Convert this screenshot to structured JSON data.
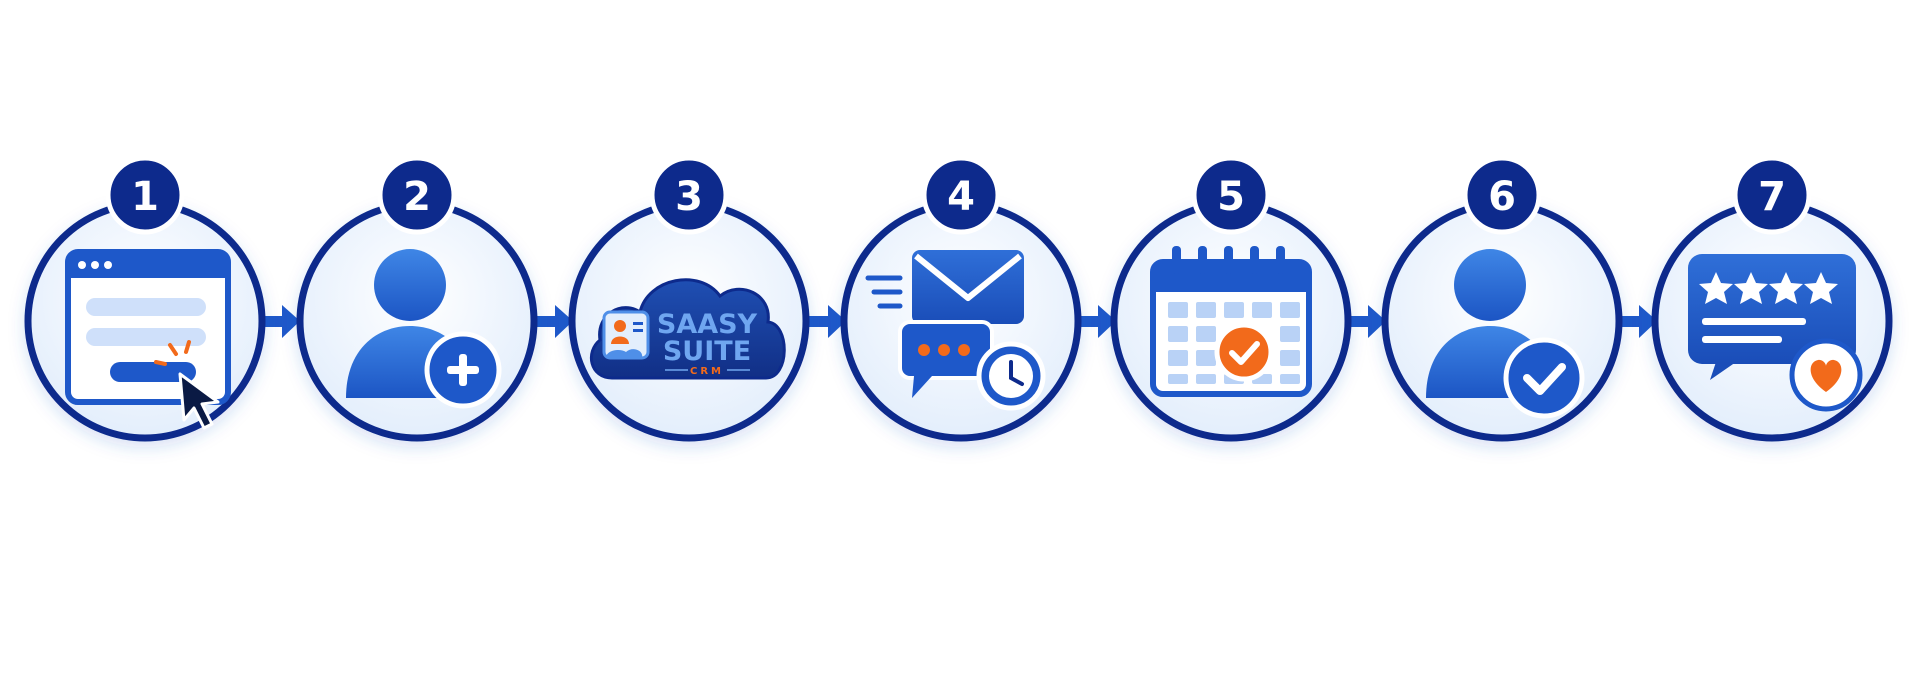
{
  "steps": [
    {
      "number": "1",
      "icon": "web-form-click-icon"
    },
    {
      "number": "2",
      "icon": "add-user-icon"
    },
    {
      "number": "3",
      "icon": "crm-cloud-icon",
      "logo": {
        "line1": "SAASY",
        "line2": "SUITE",
        "line3": "CRM"
      }
    },
    {
      "number": "4",
      "icon": "email-message-clock-icon"
    },
    {
      "number": "5",
      "icon": "calendar-check-icon"
    },
    {
      "number": "6",
      "icon": "user-check-icon"
    },
    {
      "number": "7",
      "icon": "review-stars-heart-icon"
    }
  ],
  "colors": {
    "navy": "#0d2a8c",
    "blue": "#1e58c9",
    "light_blue": "#4f8fe8",
    "pale_blue": "#e9f1fd",
    "orange": "#f26a1b",
    "white": "#ffffff"
  }
}
